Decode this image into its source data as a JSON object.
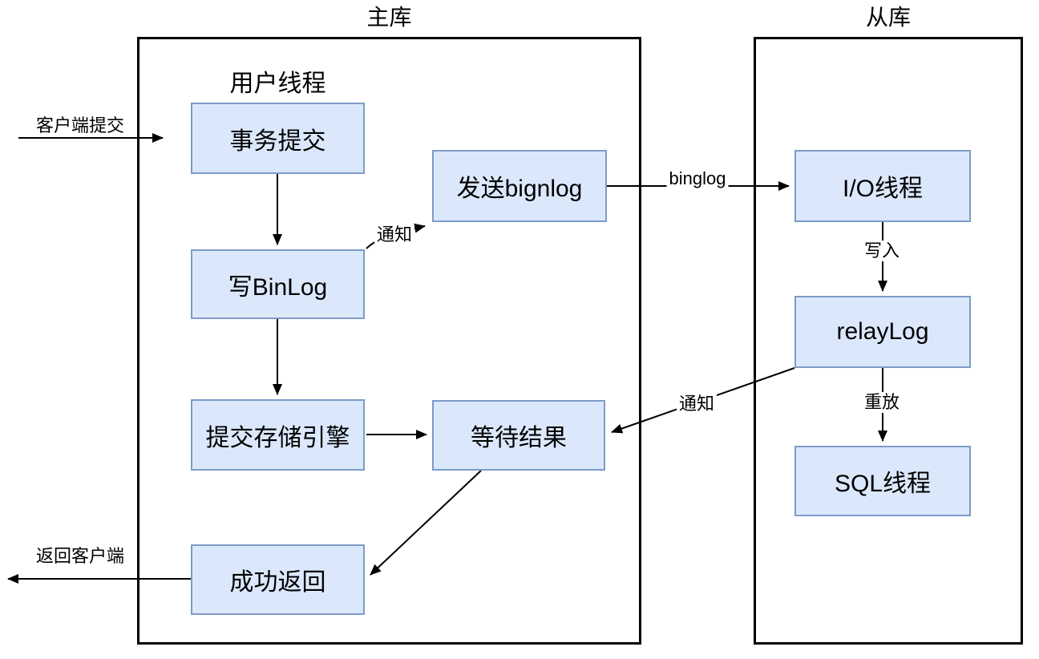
{
  "containers": {
    "primary": {
      "title": "主库"
    },
    "replica": {
      "title": "从库"
    }
  },
  "group_labels": {
    "user_thread": "用户线程"
  },
  "nodes": {
    "transaction_commit": {
      "label": "事务提交"
    },
    "write_binlog": {
      "label": "写BinLog"
    },
    "commit_storage_engine": {
      "label": "提交存储引擎"
    },
    "success_return": {
      "label": "成功返回"
    },
    "send_binlog": {
      "label": "发送bignlog"
    },
    "wait_result": {
      "label": "等待结果"
    },
    "io_thread": {
      "label": "I/O线程"
    },
    "relay_log": {
      "label": "relayLog"
    },
    "sql_thread": {
      "label": "SQL线程"
    }
  },
  "edges": {
    "client_commit": {
      "label": "客户端提交"
    },
    "notify_send_binlog": {
      "label": "通知"
    },
    "binglog_transfer": {
      "label": "binglog"
    },
    "write_relaylog": {
      "label": "写入"
    },
    "replay": {
      "label": "重放"
    },
    "notify_wait_result": {
      "label": "通知"
    },
    "return_client": {
      "label": "返回客户端"
    }
  },
  "colors": {
    "node_fill": "#dbe8fc",
    "node_border": "#7d9cc8",
    "container_border": "#000000",
    "line": "#000000",
    "background": "#ffffff",
    "text": "#000000"
  }
}
